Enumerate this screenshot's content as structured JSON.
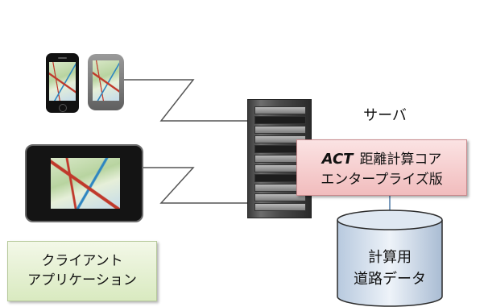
{
  "server": {
    "label": "サーバ"
  },
  "core": {
    "product": "ACT",
    "title": "距離計算コア",
    "edition": "エンタープライズ版"
  },
  "database": {
    "line1": "計算用",
    "line2": "道路データ"
  },
  "client": {
    "line1": "クライアント",
    "line2": "アプリケーション"
  }
}
